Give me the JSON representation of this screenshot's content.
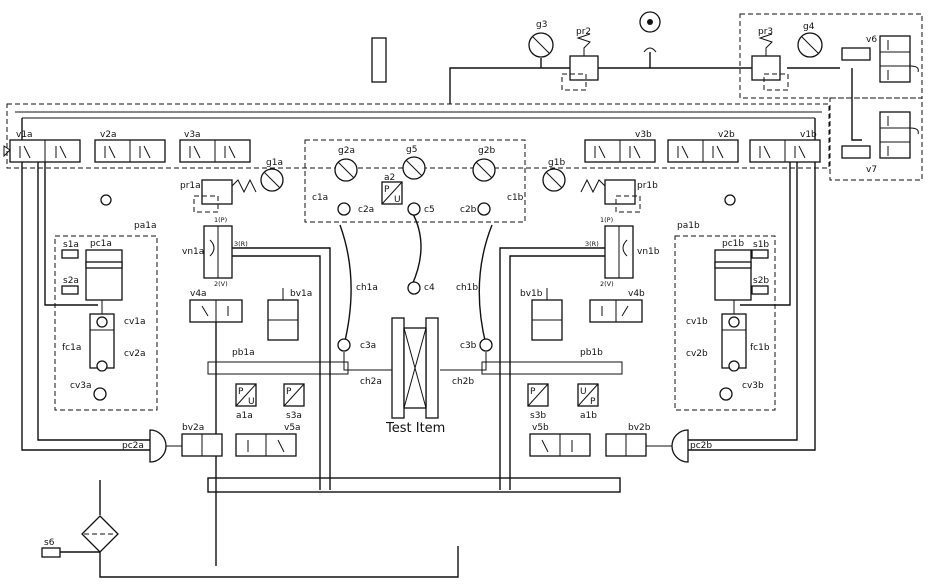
{
  "title": "Test Item",
  "labels": {
    "v1a": "v1a",
    "v2a": "v2a",
    "v3a": "v3a",
    "v3b": "v3b",
    "v2b": "v2b",
    "v1b": "v1b",
    "v4a": "v4a",
    "v4b": "v4b",
    "v5a": "v5a",
    "v5b": "v5b",
    "v6": "v6",
    "v7": "v7",
    "g1a": "g1a",
    "g1b": "g1b",
    "g2a": "g2a",
    "g2b": "g2b",
    "g3": "g3",
    "g4": "g4",
    "g5": "g5",
    "pr1a": "pr1a",
    "pr1b": "pr1b",
    "pr2": "pr2",
    "pr3": "pr3",
    "c1a": "c1a",
    "c1b": "c1b",
    "c2a": "c2a",
    "c2b": "c2b",
    "c3a": "c3a",
    "c3b": "c3b",
    "c4": "c4",
    "c5": "c5",
    "a1a": "a1a",
    "a1b": "a1b",
    "a2": "a2",
    "s1a": "s1a",
    "s1b": "s1b",
    "s2a": "s2a",
    "s2b": "s2b",
    "s3a": "s3a",
    "s3b": "s3b",
    "s6": "s6",
    "pa1a": "pa1a",
    "pa1b": "pa1b",
    "pc1a": "pc1a",
    "pc1b": "pc1b",
    "pc2a": "pc2a",
    "pc2b": "pc2b",
    "fc1a": "fc1a",
    "fc1b": "fc1b",
    "cv1a": "cv1a",
    "cv1b": "cv1b",
    "cv2a": "cv2a",
    "cv2b": "cv2b",
    "cv3a": "cv3a",
    "cv3b": "cv3b",
    "vn1a": "vn1a",
    "vn1b": "vn1b",
    "bv1a": "bv1a",
    "bv1b": "bv1b",
    "bv2a": "bv2a",
    "bv2b": "bv2b",
    "pb1a": "pb1a",
    "pb1b": "pb1b",
    "ch1a": "ch1a",
    "ch1b": "ch1b",
    "ch2a": "ch2a",
    "ch2b": "ch2b"
  },
  "ports": {
    "p1": "1(P)",
    "p2": "2(V)",
    "p3": "3(R)"
  },
  "transducer": {
    "upper": "P",
    "lower": "U"
  }
}
